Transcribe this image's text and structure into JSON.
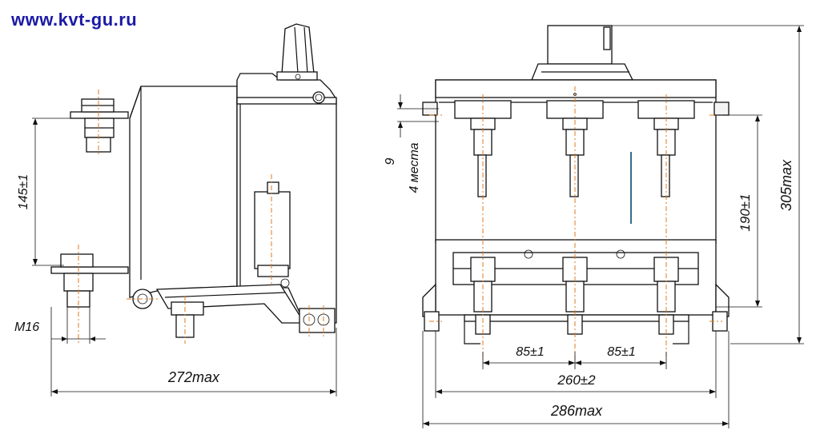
{
  "site_url": "www.kvt-gu.ru",
  "dimensions": {
    "thread": "M16",
    "side_height": "145±1",
    "side_width": "272max",
    "hole_size": "9",
    "hole_count": "4 места",
    "front_height_inner": "190±1",
    "front_height_total": "305max",
    "pitch_left": "85±1",
    "pitch_right": "85±1",
    "mount_width": "260±2",
    "front_width_total": "286max"
  },
  "colors": {
    "url": "#1a1aa6",
    "outline": "#111111",
    "centerline": "#e07a1f",
    "accent_line": "#1f5f7a"
  }
}
